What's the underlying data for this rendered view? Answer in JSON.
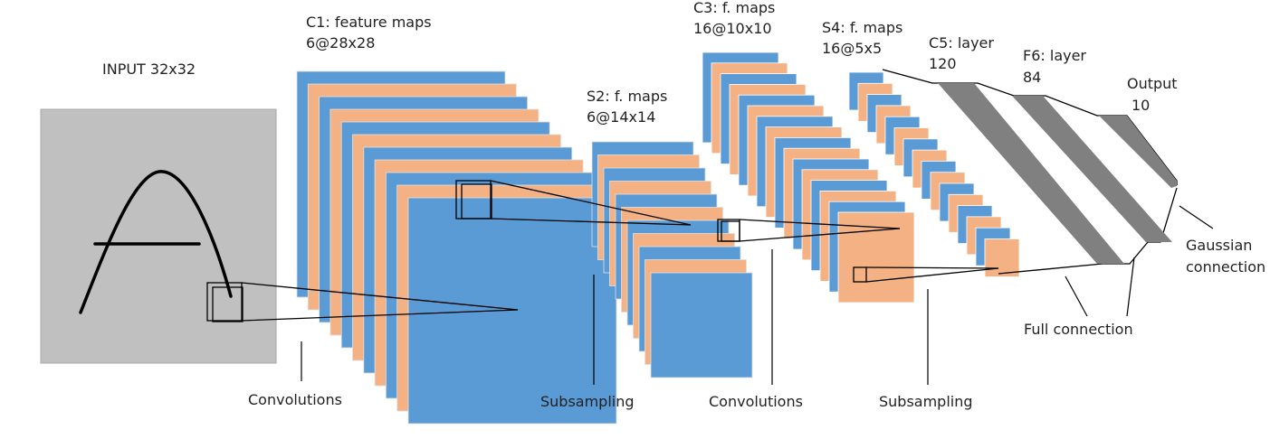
{
  "colors": {
    "input_bg": "#c0c0c0",
    "map_blue": "#5b9bd5",
    "map_orange": "#f4b183",
    "connection_gray": "#808080",
    "line": "#000000"
  },
  "input": {
    "label": "INPUT 32x32"
  },
  "layers": {
    "c1": {
      "name": "C1",
      "desc": ": feature maps",
      "size": "6@28x28",
      "maps": 6
    },
    "s2": {
      "name": "S2",
      "desc": ": f. maps",
      "size": "6@14x14",
      "maps": 6
    },
    "c3": {
      "name": "C3",
      "desc": ": f. maps",
      "size": "16@10x10",
      "maps": 16
    },
    "s4": {
      "name": "S4",
      "desc": ": f. maps",
      "size": "16@5x5",
      "maps": 16
    },
    "c5": {
      "name": "C5",
      "desc": ": layer",
      "size": "120"
    },
    "f6": {
      "name": "F6",
      "desc": ": layer",
      "size": "84"
    },
    "output": {
      "name": "Output",
      "size": "10"
    }
  },
  "operations": {
    "conv1": "Convolutions",
    "sub1": "Subsampling",
    "conv2": "Convolutions",
    "sub2": "Subsampling",
    "full": "Full connection",
    "gauss_line1": "Gaussian",
    "gauss_line2": "connection"
  }
}
